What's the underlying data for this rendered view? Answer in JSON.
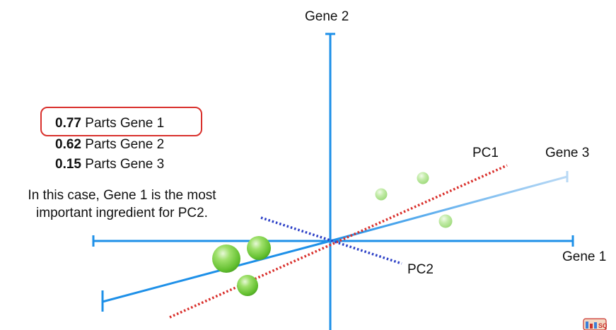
{
  "loadings": [
    {
      "value": "0.77",
      "label": "Parts Gene 1",
      "highlighted": true
    },
    {
      "value": "0.62",
      "label": "Parts Gene 2",
      "highlighted": false
    },
    {
      "value": "0.15",
      "label": "Parts Gene 3",
      "highlighted": false
    }
  ],
  "note": "In this case, Gene 1 is the most important ingredient for PC2.",
  "axes": {
    "gene1": "Gene 1",
    "gene2": "Gene 2",
    "gene3": "Gene 3",
    "pc1": "PC1",
    "pc2": "PC2"
  },
  "colors": {
    "axis": "#1e90e8",
    "gene3_axis_end": "#b9d9f5",
    "pc1": "#d9302c",
    "pc2": "#2b3fc6",
    "highlight": "#d9302c",
    "point": "#7fd24a"
  },
  "logo": {
    "icon": "statquest-logo-icon",
    "text": "SQ"
  }
}
